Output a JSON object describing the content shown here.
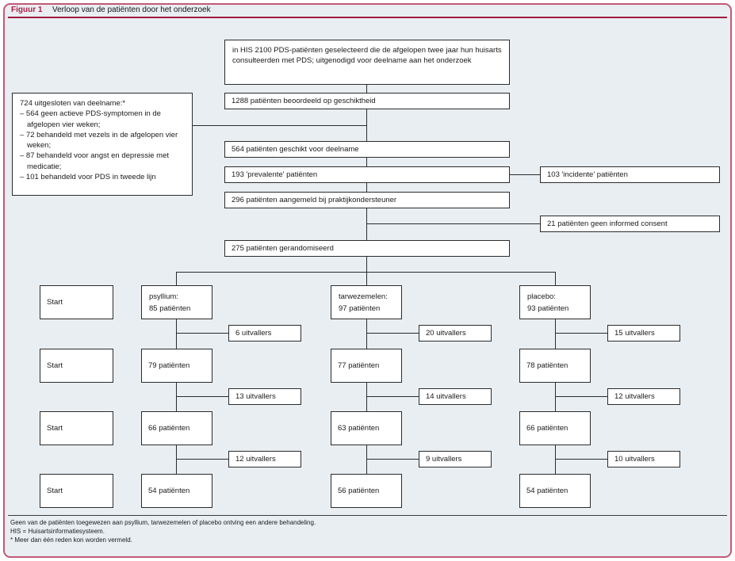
{
  "figure": {
    "label": "Figuur 1",
    "title": "Verloop van de patiënten door het onderzoek"
  },
  "colors": {
    "accent": "#b01e46",
    "frame_border": "#c25a76",
    "background": "#e9eef2",
    "box_border": "#2b2b2b"
  },
  "flow": {
    "intro": "in HIS 2100 PDS-patiënten geselecteerd die de afgelopen twee jaar hun huisarts consulteerden met PDS; uitgenodigd voor deelname aan het onderzoek",
    "assessed": "1288 patiënten beoordeeld op geschiktheid",
    "excluded": {
      "title": "724 uitgesloten van deelname:*",
      "items": [
        "– 564 geen actieve PDS-symptomen in de afgelopen vier weken;",
        "– 72 behandeld met vezels in de afgelopen vier weken;",
        "– 87 behandeld voor angst en depressie met medicatie;",
        "– 101 behandeld voor PDS in tweede lijn"
      ]
    },
    "eligible": "564 patiënten geschikt voor deelname",
    "prevalent": "193 'prevalente' patiënten",
    "incident": "103 'incidente' patiënten",
    "registered": "296 patiënten aangemeld bij praktijkondersteuner",
    "no_consent": "21 patiënten geen informed consent",
    "randomized": "275 patiënten gerandomiseerd"
  },
  "timeline": [
    "Start",
    "Start",
    "Start",
    "Start"
  ],
  "arms": [
    {
      "name": "psyllium",
      "header_line1": "psyllium:",
      "header_line2": "85 patiënten",
      "rows": [
        "79 patiënten",
        "66 patiënten",
        "54 patiënten"
      ],
      "dropouts": [
        "6 uitvallers",
        "13 uitvallers",
        "12 uitvallers"
      ]
    },
    {
      "name": "tarwezemelen",
      "header_line1": "tarwezemelen:",
      "header_line2": "97 patiënten",
      "rows": [
        "77 patiënten",
        "63 patiënten",
        "56 patiënten"
      ],
      "dropouts": [
        "20 uitvallers",
        "14 uitvallers",
        "9 uitvallers"
      ]
    },
    {
      "name": "placebo",
      "header_line1": "placebo:",
      "header_line2": "93 patiënten",
      "rows": [
        "78 patiënten",
        "66 patiënten",
        "54 patiënten"
      ],
      "dropouts": [
        "15 uitvallers",
        "12 uitvallers",
        "10 uitvallers"
      ]
    }
  ],
  "footnotes": [
    "Geen van de patiënten toegewezen aan psyllium, tarwezemelen of placebo ontving een andere behandeling.",
    "HIS = Huisartsinformatiesysteem.",
    "* Meer dan één reden kon worden vermeld."
  ]
}
